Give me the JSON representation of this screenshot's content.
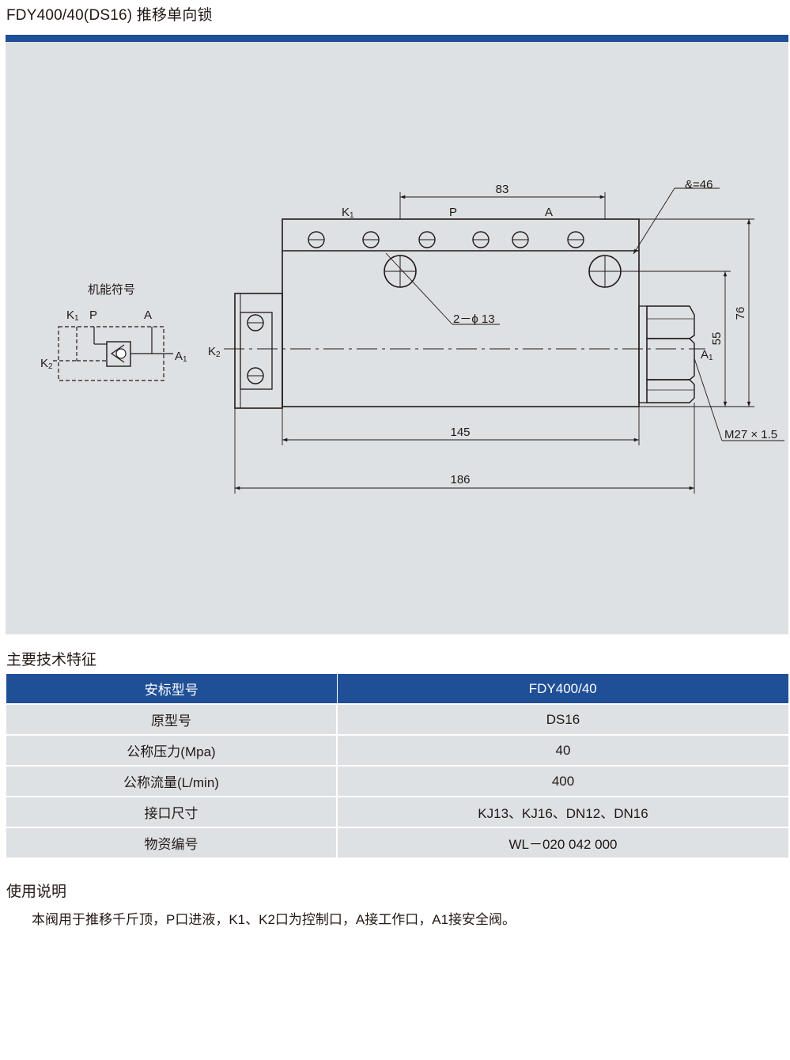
{
  "page_title": "FDY400/40(DS16) 推移单向锁",
  "colors": {
    "accent": "#1f4f96",
    "panel": "#dde1e4",
    "ink": "#231815"
  },
  "drawing": {
    "symbol": {
      "caption": "机能符号",
      "k1": "K",
      "k1_sub": "1",
      "p": "P",
      "a": "A",
      "k2": "K",
      "k2_sub": "2",
      "a1": "A",
      "a1_sub": "1"
    },
    "ports": {
      "k1": "K",
      "k1_sub": "1",
      "p": "P",
      "a": "A",
      "k2": "K",
      "k2_sub": "2",
      "a1": "A",
      "a1_sub": "1"
    },
    "dims": {
      "d83": "83",
      "width46": "&=46",
      "holes": "2－ϕ 13",
      "d76": "76",
      "d55": "55",
      "d145": "145",
      "d186": "186",
      "thread": "M27 × 1.5"
    }
  },
  "specs": {
    "heading": "主要技术特征",
    "header": [
      "安标型号",
      "FDY400/40"
    ],
    "rows": [
      [
        "原型号",
        "DS16"
      ],
      [
        "公称压力(Mpa)",
        "40"
      ],
      [
        "公称流量(L/min)",
        "400"
      ],
      [
        "接口尺寸",
        "KJ13、KJ16、DN12、DN16"
      ],
      [
        "物资编号",
        "WL－020 042 000"
      ]
    ]
  },
  "usage": {
    "heading": "使用说明",
    "text": "本阀用于推移千斤顶，P口进液，K1、K2口为控制口，A接工作口，A1接安全阀。"
  }
}
